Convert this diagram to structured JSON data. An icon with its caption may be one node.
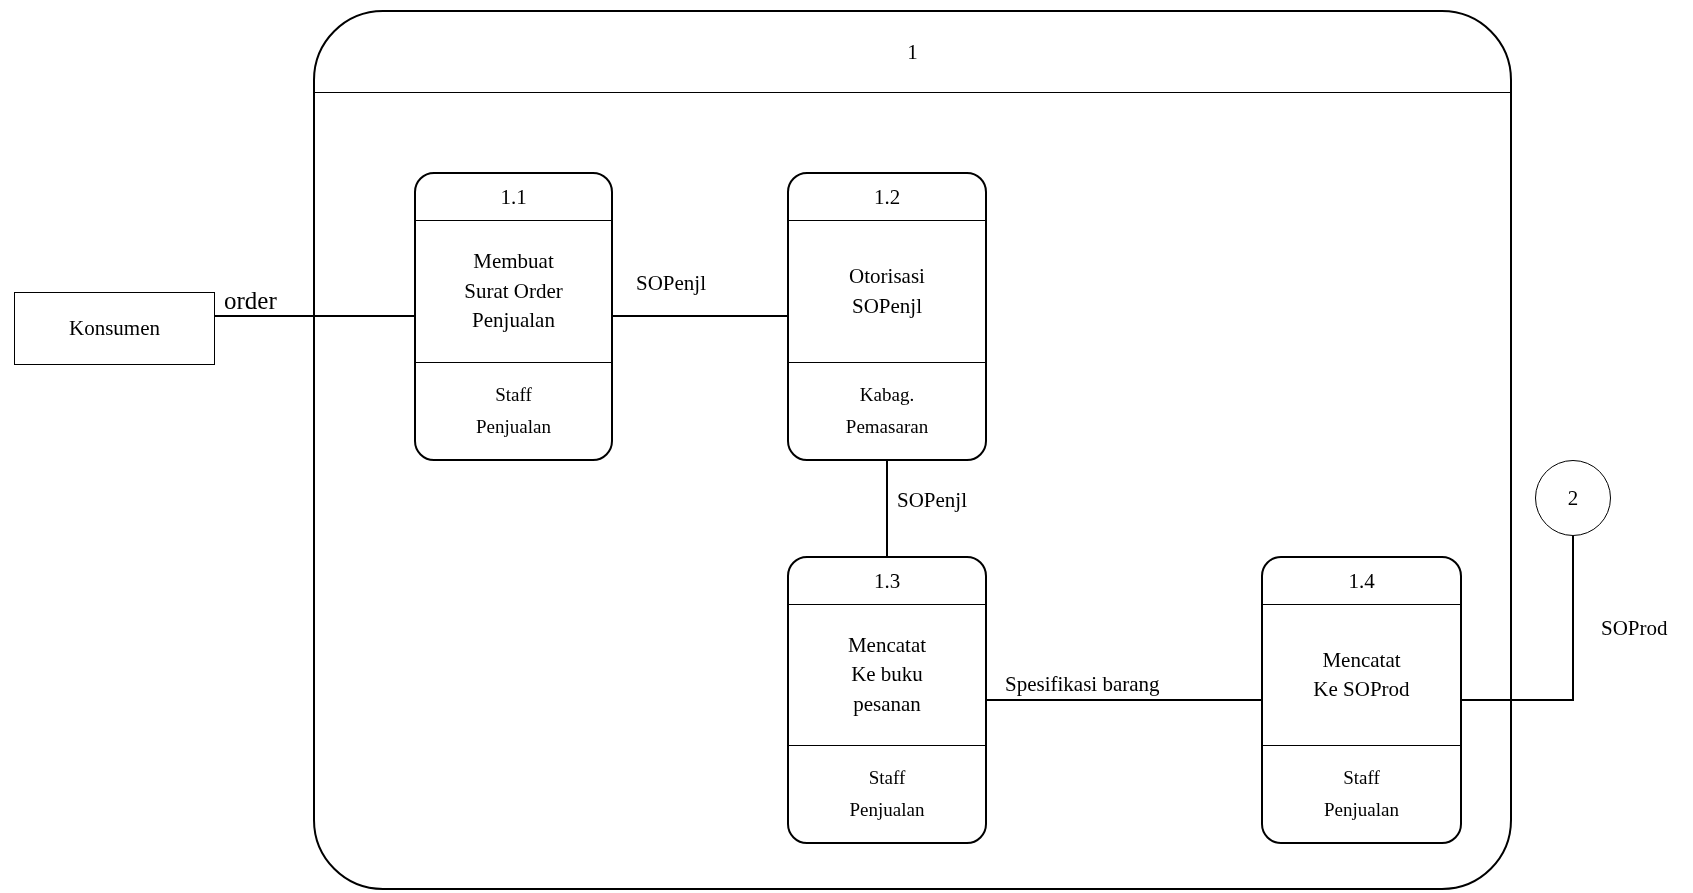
{
  "diagram": {
    "nodes": [
      {
        "text": [
          "Konsumen"
        ]
      },
      {
        "text": [
          "1"
        ]
      },
      {
        "text": [
          "1.1",
          "Membuat Surat Order Penjualan",
          "Staff Penjualan"
        ],
        "in": 1
      },
      {
        "text": [
          "1.2",
          "Otorisasi SOPenjl",
          "Kabag. Pemasaran"
        ],
        "in": 1
      },
      {
        "text": [
          "1.3",
          "Mencatat Ke buku pesanan",
          "Staff Penjualan"
        ],
        "in": 1
      },
      {
        "text": [
          "1.4",
          "Mencatat Ke SOProd",
          "Staff Penjualan"
        ],
        "in": 1
      },
      {
        "text": [
          "2"
        ]
      }
    ],
    "edges": [
      {
        "from": 0,
        "to": 2,
        "arrow": "none",
        "label": "order"
      },
      {
        "from": 2,
        "to": 3,
        "arrow": "none",
        "label": "SOPenjl"
      },
      {
        "from": 3,
        "to": 4,
        "arrow": "none",
        "label": "SOPenjl"
      },
      {
        "from": 4,
        "to": 5,
        "arrow": "none",
        "label": "Spesifikasi barang"
      },
      {
        "from": 5,
        "to": 6,
        "arrow": "none",
        "label": "SOProd"
      }
    ]
  }
}
